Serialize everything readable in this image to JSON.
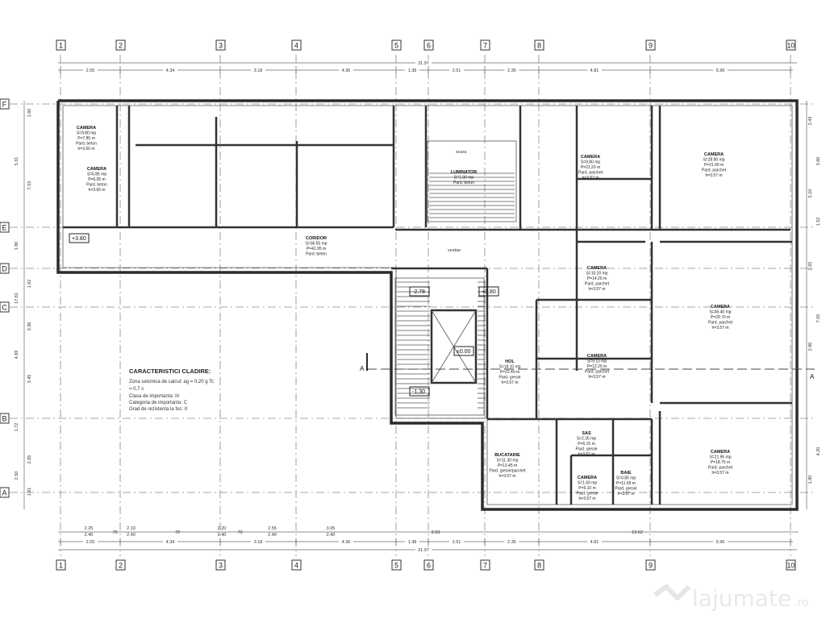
{
  "axes_x": [
    "1",
    "2",
    "3",
    "4",
    "5",
    "6",
    "7",
    "8",
    "9",
    "10"
  ],
  "axes_y": [
    "F",
    "E",
    "D",
    "C",
    "B",
    "A"
  ],
  "dims_top": [
    "2.55",
    "4.34",
    "3.18",
    "4.36",
    "1.38",
    "2.51",
    "2.35",
    "4.81",
    "5.96"
  ],
  "dims_bottom": [
    "2.55",
    "4.34",
    "3.18",
    "4.36",
    "1.38",
    "2.51",
    "2.35",
    "4.81",
    "5.96"
  ],
  "total_length": "31.97",
  "openings_bottom": [
    {
      "w": "2.25",
      "h": "2.40"
    },
    {
      "w": "70",
      "h": ""
    },
    {
      "w": "2.10",
      "h": "2.40"
    },
    {
      "w": "70",
      "h": ""
    },
    {
      "w": "2.20",
      "h": "2.40"
    },
    {
      "w": "70",
      "h": ""
    },
    {
      "w": "2.55",
      "h": "2.40"
    },
    {
      "w": "3.05",
      "h": "2.40"
    }
  ],
  "bottom_extra": {
    "d1": "3.93",
    "d2": "13.62"
  },
  "dims_left": [
    "1.60",
    "5.31",
    "7.53",
    "1.80",
    "1.62",
    "17.81",
    "3.36",
    "4.69",
    "3.45",
    "1.72",
    "2.65",
    "2.50",
    "1.61"
  ],
  "dims_right": [
    "2.43",
    "3.60",
    "5.10",
    "1.52",
    "2.65",
    "7.55",
    "2.80",
    "4.20",
    "1.80"
  ],
  "rooms": [
    {
      "name": "CAMERA",
      "area": "S=9.80 mp",
      "perim": "P=7.85 m",
      "floor": "Pard. beton",
      "height": "h=3.60 m"
    },
    {
      "name": "CAMERA",
      "area": "S=6.85 mp",
      "perim": "P=6.05 m",
      "floor": "Pard. beton",
      "height": "h=3.60 m"
    },
    {
      "name": "CORIDOR",
      "area": "S=36.55 mp",
      "perim": "P=41.95 m",
      "floor": "Pard. beton",
      "height": ""
    },
    {
      "name": "LUMINATOR",
      "area": "S=1.90 mp",
      "perim": "",
      "floor": "Pard. beton",
      "height": ""
    },
    {
      "name": "CAMERA",
      "area": "S=9.80 mp",
      "perim": "P=21.20 m",
      "floor": "Pard. parchet",
      "height": "h=3.57 m"
    },
    {
      "name": "CAMERA",
      "area": "S=28.80 mp",
      "perim": "P=21.00 m",
      "floor": "Pard. parchet",
      "height": "h=3.57 m"
    },
    {
      "name": "CAMERA",
      "area": "S=10.20 mp",
      "perim": "P=14.20 m",
      "floor": "Pard. parchet",
      "height": "h=3.57 m"
    },
    {
      "name": "CAMERA",
      "area": "S=45.40 mp",
      "perim": "P=29.70 m",
      "floor": "Pard. parchet",
      "height": "h=3.57 m"
    },
    {
      "name": "CAMERA",
      "area": "S=9.10 mp",
      "perim": "P=12.20 m",
      "floor": "Pard. parchet",
      "height": "h=3.57 m"
    },
    {
      "name": "HOL",
      "area": "S=18.10 mp",
      "perim": "P=22.40 m",
      "floor": "Pard. gresie",
      "height": "h=3.57 m"
    },
    {
      "name": "CAMERA",
      "area": "S=21.95 mp",
      "perim": "P=18.75 m",
      "floor": "Pard. parchet",
      "height": "h=3.57 m"
    },
    {
      "name": "BUCATARIE",
      "area": "S=11.30 mp",
      "perim": "P=13.45 m",
      "floor": "Pard. gresie/parchet",
      "height": "h=3.57 m"
    },
    {
      "name": "SAS",
      "area": "S=2.35 mp",
      "perim": "P=6.15 m",
      "floor": "Pard. gresie",
      "height": "h=3.57 m"
    },
    {
      "name": "CAMERA",
      "area": "S=1.60 mp",
      "perim": "P=5.10 m",
      "floor": "Pard. gresie",
      "height": "h=3.57 m"
    },
    {
      "name": "BAIE",
      "area": "S=0.85 mp",
      "perim": "P=11.65 m",
      "floor": "Pard. gresie",
      "height": "h=3.57 m"
    }
  ],
  "levels": [
    "+3.80",
    "+0.80",
    "±0.00",
    "-1.30",
    "-2.78"
  ],
  "labels": {
    "vestiar": "vestiar",
    "scara": "scara",
    "section": "A"
  },
  "characteristics": {
    "title": "CARACTERISTICI CLADIRE:",
    "lines": [
      "Zona seismica de calcul: ag = 0,20 g Tc",
      "= 0,7 s",
      "Clasa de importanta: III",
      "Categoria de importanta: C",
      "Grad de rezistenta la foc: II"
    ]
  },
  "watermark": {
    "text": "lajumate",
    "suffix": ".ro"
  }
}
